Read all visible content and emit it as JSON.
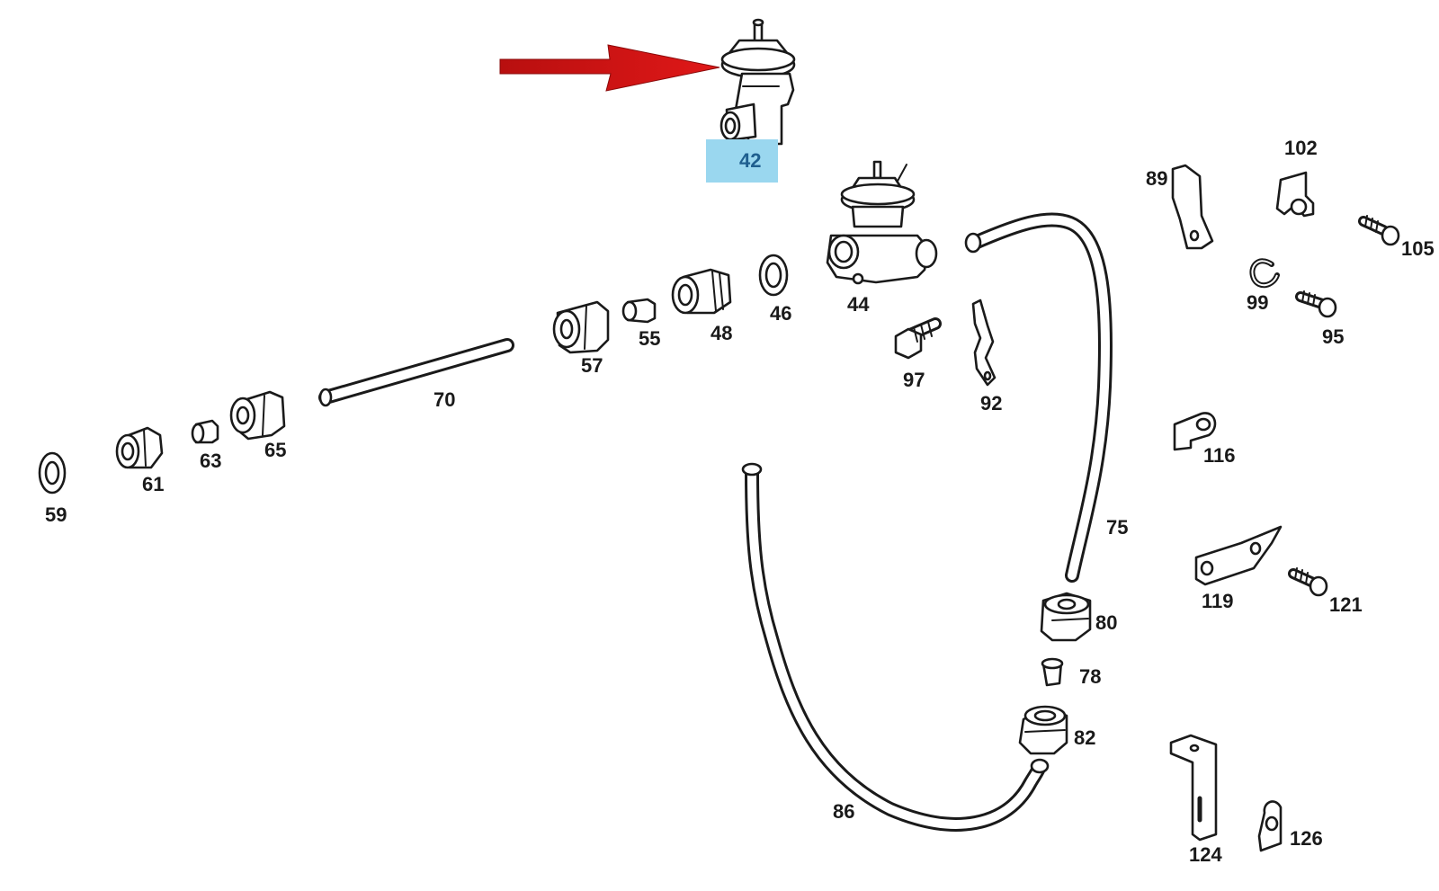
{
  "colors": {
    "line": "#1a1a1a",
    "arrow": "#cc1111",
    "highlight": "#9ad7ef",
    "highlight_text": "#1f5f8f"
  },
  "highlighted_part": "42",
  "labels": {
    "p42": "42",
    "p44": "44",
    "p46": "46",
    "p48": "48",
    "p55": "55",
    "p57": "57",
    "p59": "59",
    "p61": "61",
    "p63": "63",
    "p65": "65",
    "p70": "70",
    "p75": "75",
    "p78": "78",
    "p80": "80",
    "p82": "82",
    "p86": "86",
    "p89": "89",
    "p92": "92",
    "p95": "95",
    "p97": "97",
    "p99": "99",
    "p102": "102",
    "p105": "105",
    "p116": "116",
    "p119": "119",
    "p121": "121",
    "p124": "124",
    "p126": "126"
  }
}
